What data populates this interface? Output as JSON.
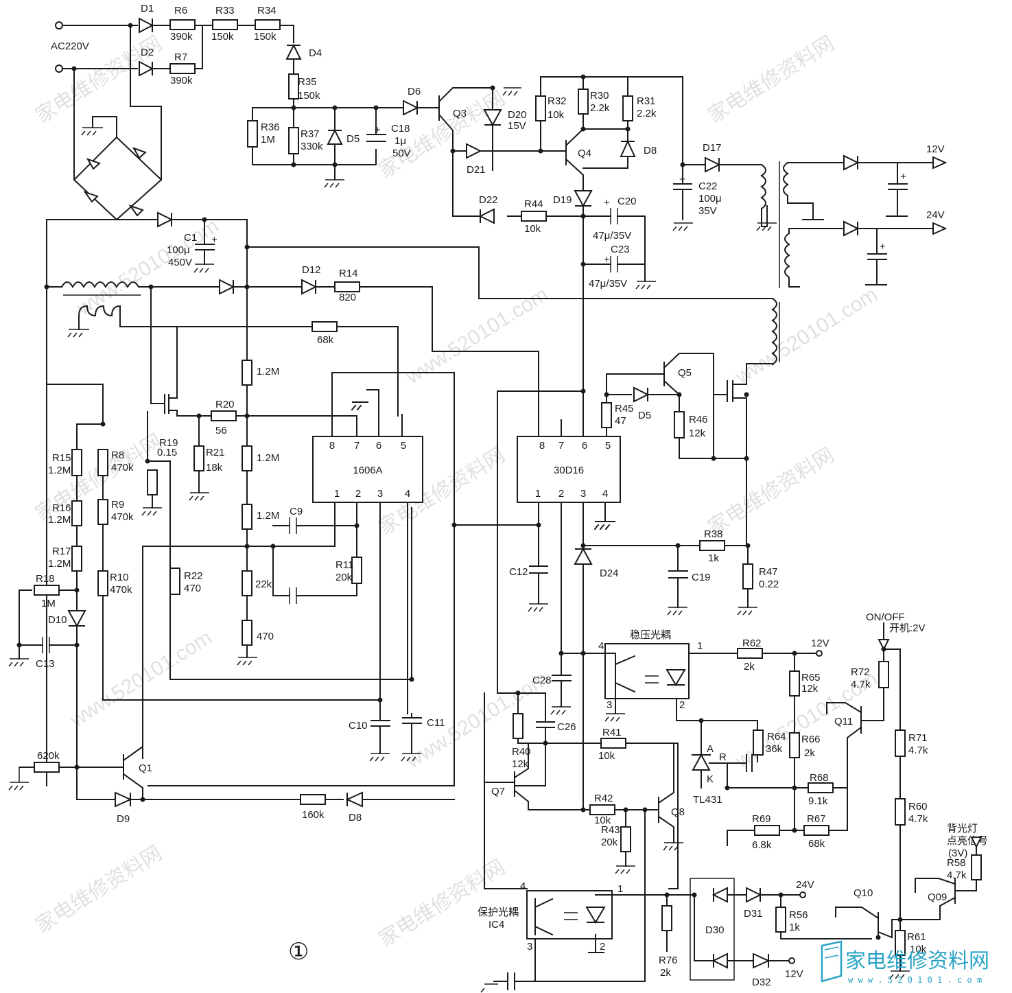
{
  "input": {
    "ac": "AC220V"
  },
  "ics": {
    "pwm": "1606A",
    "pwm2": "30D16",
    "pins_left": [
      "8",
      "7",
      "6",
      "5"
    ],
    "pins_bottom": [
      "1",
      "2",
      "3",
      "4"
    ]
  },
  "opto": {
    "regulation": "稳压光耦",
    "protect": "保护光耦",
    "protect_ref": "IC4",
    "reg_pins": [
      "4",
      "1",
      "3",
      "2"
    ],
    "prot_pins": [
      "4",
      "1",
      "3",
      "2"
    ]
  },
  "outputs": {
    "v12": "12V",
    "v24": "24V"
  },
  "control": {
    "onoff": "ON/OFF",
    "on_level": "开机:2V",
    "backlight_1": "背光灯",
    "backlight_2": "点亮信号",
    "backlight_3": "(3V)"
  },
  "parts": {
    "D1": "D1",
    "D2": "D2",
    "R6": "R6",
    "R6v": "390k",
    "R7": "R7",
    "R7v": "390k",
    "R33": "R33",
    "R33v": "150k",
    "R34": "R34",
    "R34v": "150k",
    "D4": "D4",
    "R35": "R35",
    "R35v": "150k",
    "R36": "R36",
    "R36v": "1M",
    "R37": "R37",
    "R37v": "330k",
    "D5": "D5",
    "C18": "C18",
    "C18v": "1μ",
    "C18v2": "50V",
    "D6": "D6",
    "Q3": "Q3",
    "D20": "D20",
    "D20v": "15V",
    "R32": "R32",
    "R32v": "10k",
    "R30": "R30",
    "R30v": "2.2k",
    "R31": "R31",
    "R31v": "2.2k",
    "Q4": "Q4",
    "D8a": "D8",
    "D21": "D21",
    "D22": "D22",
    "R44": "R44",
    "R44v": "10k",
    "D19": "D19",
    "C20": "C20",
    "C20v": "47μ/35V",
    "C23": "C23",
    "C23v": "47μ/35V",
    "D17": "D17",
    "C22": "C22",
    "C22v": "100μ",
    "C22v2": "35V",
    "C1": "C1",
    "C1v": "100μ",
    "C1v2": "450V",
    "D12": "D12",
    "R14": "R14",
    "R14v": "820",
    "R68k": "68k",
    "R1_2M_a": "1.2M",
    "R1_2M_b": "1.2M",
    "R1_2M_c": "1.2M",
    "R22k": "22k",
    "R470": "470",
    "R20": "R20",
    "R20v": "56",
    "R19": "R19",
    "R19v": "0.15",
    "R21": "R21",
    "R21v": "18k",
    "C9": "C9",
    "R11": "R11",
    "R11v": "20k",
    "R15": "R15",
    "R15v": "1.2M",
    "R8": "R8",
    "R8v": "470k",
    "R16": "R16",
    "R16v": "1.2M",
    "R9": "R9",
    "R9v": "470k",
    "R17": "R17",
    "R17v": "1.2M",
    "R10": "R10",
    "R10v": "470k",
    "R18": "R18",
    "R18v": "1M",
    "D10": "D10",
    "C13": "C13",
    "R22": "R22",
    "R22v": "470",
    "R620k": "620k",
    "Q1": "Q1",
    "D9": "D9",
    "R160k": "160k",
    "D8b": "D8",
    "C10": "C10",
    "C11": "C11",
    "Q5": "Q5",
    "R45": "R45",
    "R45v": "47",
    "D5b": "D5",
    "R46": "R46",
    "R46v": "12k",
    "R38": "R38",
    "R38v": "1k",
    "R47": "R47",
    "R47v": "0.22",
    "C12": "C12",
    "D24": "D24",
    "C19": "C19",
    "R62": "R62",
    "R62v": "2k",
    "R65": "R65",
    "R65v": "12k",
    "C28": "C28",
    "C26": "C26",
    "R40": "R40",
    "R40v": "12k",
    "R41": "R41",
    "R41v": "10k",
    "R64": "R64",
    "R64v": "36k",
    "TL431": "TL431",
    "tlA": "A",
    "tlR": "R",
    "tlK": "K",
    "R66": "R66",
    "R66v": "2k",
    "R68": "R68",
    "R68v": "9.1k",
    "Q7": "Q7",
    "R42": "R42",
    "R42v": "10k",
    "R43": "R43",
    "R43v": "20k",
    "Q8": "Q8",
    "R69": "R69",
    "R69v": "6.8k",
    "R67": "R67",
    "R67v": "68k",
    "R72": "R72",
    "R72v": "4.7k",
    "Q11": "Q11",
    "R71": "R71",
    "R71v": "4.7k",
    "R60": "R60",
    "R60v": "4.7k",
    "R58": "R58",
    "R58v": "4.7k",
    "Q09": "Q09",
    "Q10": "Q10",
    "R61": "R61",
    "R61v": "10k",
    "D31": "D31",
    "D32": "D32",
    "D30": "D30",
    "R56": "R56",
    "R56v": "1k",
    "R76": "R76",
    "R76v": "2k"
  },
  "figure_mark": "①",
  "watermark": {
    "cn": "家电维修资料网",
    "url": "www.520101.com"
  },
  "brand": {
    "name": "家电维修资料网",
    "url": "w w w . 5 2 0 1 0 1 . c o m"
  }
}
